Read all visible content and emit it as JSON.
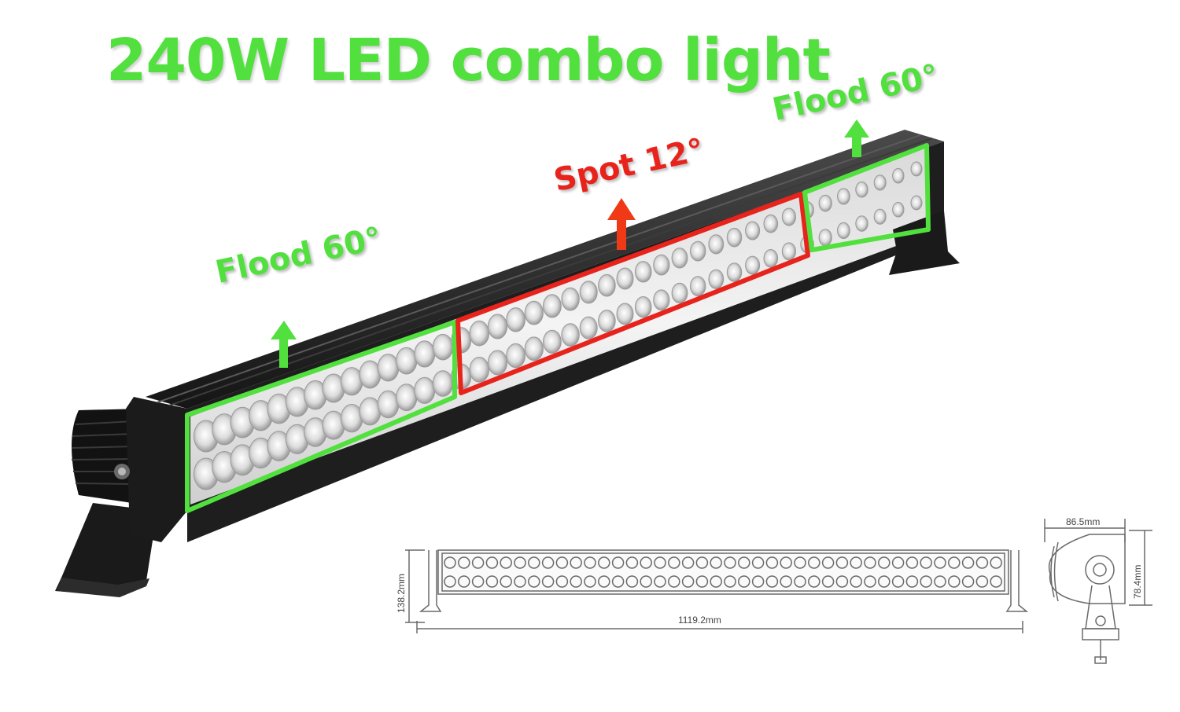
{
  "headline": "240W LED combo light",
  "zones": {
    "flood_left": "Flood 60°",
    "spot_center": "Spot 12°",
    "flood_right": "Flood 60°"
  },
  "drawing": {
    "height_dim": "138.2mm",
    "length_dim": "1119.2mm",
    "depth_dim": "86.5mm",
    "side_height_dim": "78.4mm"
  },
  "colors": {
    "flood": "#52e03e",
    "spot": "#e8231c",
    "housing": "#1e1e1e"
  }
}
